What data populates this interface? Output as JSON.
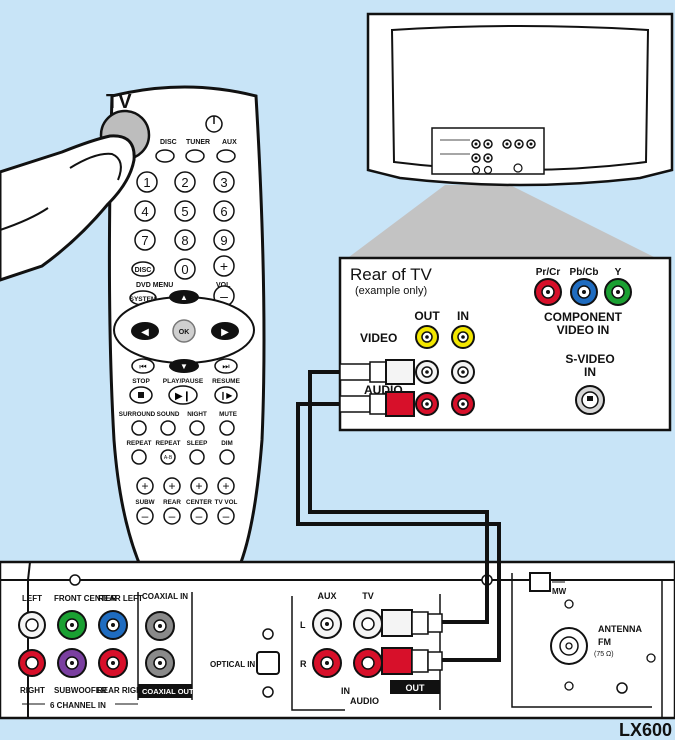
{
  "colors": {
    "background_blue": "#c8e4f7",
    "panel_white": "#ffffff",
    "outline": "#111111",
    "video_yellow": "#f2e600",
    "audio_red": "#d7102a",
    "audio_white": "#f4f4f4",
    "green": "#1aa032",
    "blue": "#1f6cc0",
    "purple": "#7a3fa0",
    "grey": "#8a8a8a",
    "light_grey": "#d6d6d6"
  },
  "remote": {
    "tv_label": "TV",
    "source_buttons": [
      "DISC",
      "TUNER",
      "AUX"
    ],
    "number_keys": [
      "1",
      "2",
      "3",
      "4",
      "5",
      "6",
      "7",
      "8",
      "9"
    ],
    "disc_small": "DISC",
    "zero_key": "0",
    "dvd_menu": "DVD MENU",
    "vol_label": "VOL",
    "system_label": "SYSTEM",
    "ok_label": "OK",
    "transport_labels": [
      "STOP",
      "PLAY/PAUSE",
      "RESUME"
    ],
    "sound_labels": [
      "SURROUND",
      "SOUND",
      "NIGHT",
      "MUTE"
    ],
    "repeat_labels": [
      "REPEAT",
      "REPEAT",
      "SLEEP",
      "DIM"
    ],
    "repeat_ab": "A-B",
    "level_labels": [
      "SUBW",
      "REAR",
      "CENTER",
      "TV VOL"
    ]
  },
  "tv_rear": {
    "title": "Rear of TV",
    "subtitle": "(example only)",
    "out_label": "OUT",
    "in_label": "IN",
    "video_label": "VIDEO",
    "audio_label": "AUDIO",
    "component_cols": [
      "Pr/Cr",
      "Pb/Cb",
      "Y"
    ],
    "component_line1": "COMPONENT",
    "component_line2": "VIDEO IN",
    "svideo_line1": "S-VIDEO",
    "svideo_line2": "IN"
  },
  "receiver": {
    "channel_top": [
      "LEFT",
      "FRONT CENTER",
      "REAR LEFT"
    ],
    "coaxial_in": "COAXIAL IN",
    "channel_bottom": [
      "RIGHT",
      "SUBWOOFER",
      "REAR RIGHT"
    ],
    "coaxial_out": "COAXIAL OUT",
    "six_channel_in": "6 CHANNEL IN",
    "optical_in": "OPTICAL IN",
    "aux_label": "AUX",
    "tv_label": "TV",
    "l_label": "L",
    "r_label": "R",
    "in_label": "IN",
    "audio_label": "AUDIO",
    "out_label": "OUT",
    "mw_label": "MW",
    "antenna_label": "ANTENNA",
    "fm_label": "FM",
    "ohm_label": "(75 Ω)"
  },
  "model": "LX600"
}
